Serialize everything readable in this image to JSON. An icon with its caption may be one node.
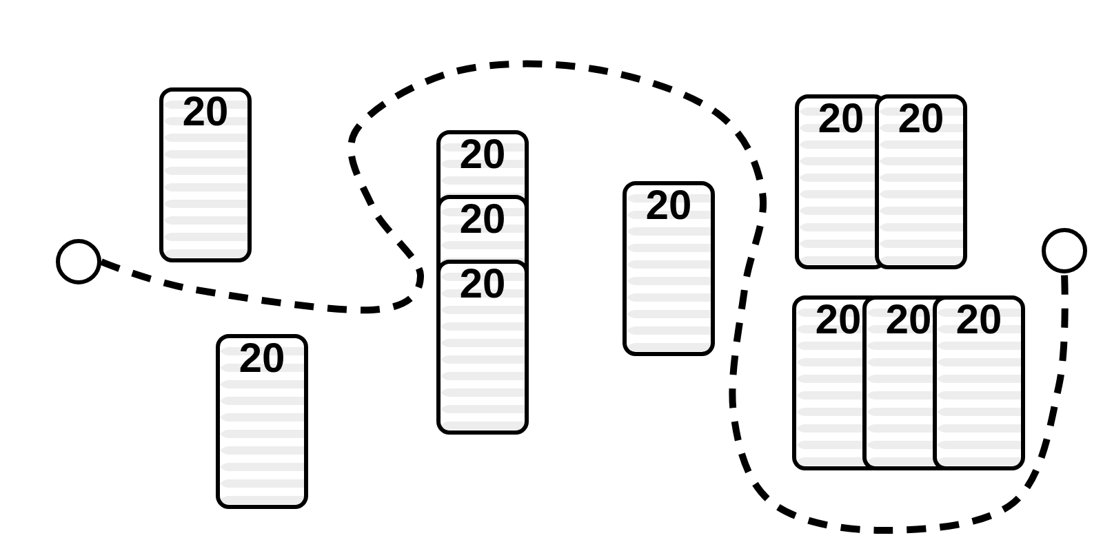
{
  "diagram": {
    "nodes": [
      {
        "text": [],
        "shape": "circle"
      },
      {
        "text": [
          "20"
        ]
      },
      {
        "text": [
          "20"
        ]
      },
      {
        "text": [
          "20"
        ]
      },
      {
        "text": [
          "20"
        ]
      },
      {
        "text": [
          "20"
        ]
      },
      {
        "text": [
          "20"
        ]
      },
      {
        "text": [
          "20"
        ]
      },
      {
        "text": [
          "20"
        ]
      },
      {
        "text": [
          "20"
        ]
      },
      {
        "text": [
          "20"
        ]
      },
      {
        "text": [
          "20"
        ]
      },
      {
        "text": [],
        "shape": "circle"
      }
    ],
    "edges": [
      {
        "from": 0,
        "to": 12,
        "arrow": "none",
        "style": "dashed"
      }
    ]
  }
}
